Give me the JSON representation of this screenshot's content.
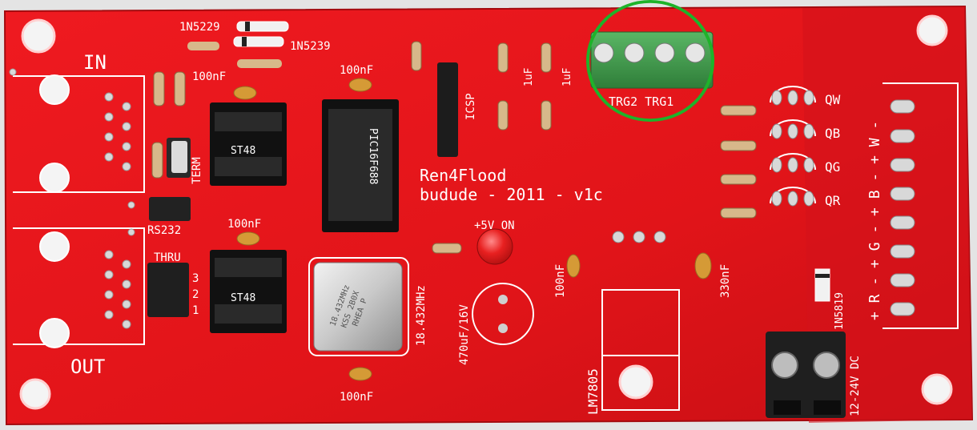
{
  "labels": {
    "in": "IN",
    "out": "OUT",
    "d1": "1N5229",
    "d2": "1N5239",
    "cap_100n_a": "100nF",
    "cap_100n_b": "100nF",
    "cap_100n_c": "100nF",
    "cap_100n_d": "100nF",
    "cap_100n_e": "100nF",
    "cap_330n": "330nF",
    "cap_470u": "470uF/16V",
    "term": "TERM",
    "rs232": "RS232",
    "thru": "THRU",
    "j1": "1",
    "j2": "2",
    "j3": "3",
    "st48_a": "ST48",
    "st48_b": "ST48",
    "pic": "PIC16F688",
    "icsp": "ICSP",
    "c1u_a": "1uF",
    "c1u_b": "1uF",
    "trig": "TRG2 TRG1",
    "qw": "QW",
    "qb": "QB",
    "qg": "QG",
    "qr": "QR",
    "rgbw": "+ R - + G - + B - + W -",
    "title1": "Ren4Flood",
    "title2": "budude - 2011 - v1c",
    "led": "+5V ON",
    "xtal": "18.432MHz",
    "xtal_mark1": "18.432MHz",
    "xtal_mark2": "KSS 2B0X",
    "xtal_mark3": "RHEA P",
    "reg": "LM7805",
    "d3": "1N5819",
    "dc": "12-24V DC"
  },
  "colors": {
    "board": "#e5141b",
    "board_dark": "#b90d12",
    "silkscreen": "#ffffff",
    "terminal_green": "#3f9a4a",
    "highlight_circle": "#1eb32a",
    "terminal_black": "#1f1f1f"
  }
}
